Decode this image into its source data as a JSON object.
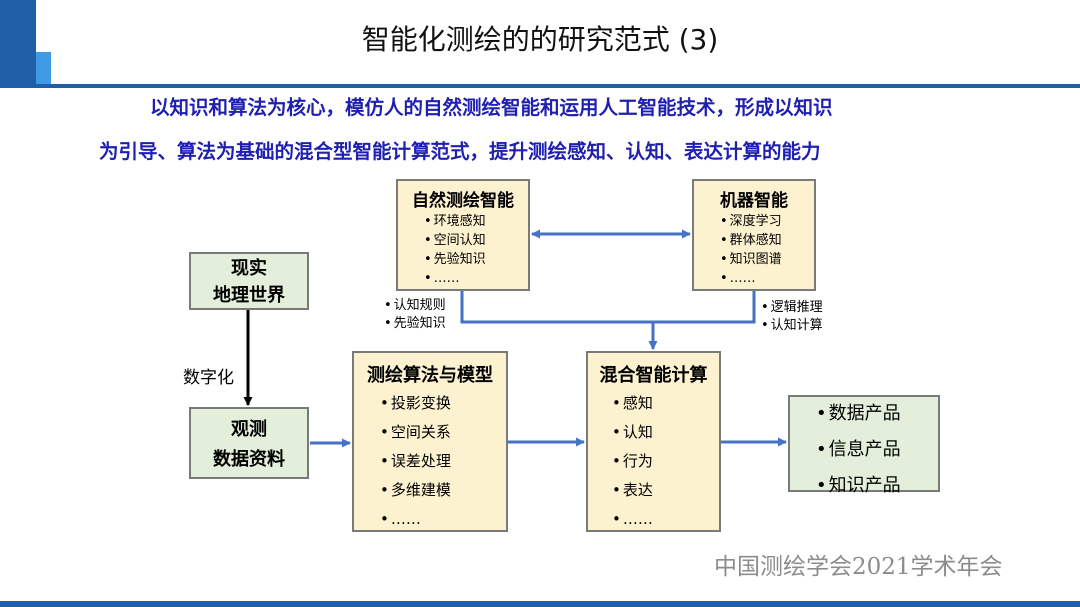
{
  "title": "智能化测绘的的研究范式 (3)",
  "subtitle": {
    "line1": "以知识和算法为核心，模仿人的自然测绘智能和运用人工智能技术，形成以知识",
    "line2": "为引导、算法为基础的混合型智能计算范式，提升测绘感知、认知、表达计算的能力"
  },
  "nodes": {
    "natural": {
      "title": "自然测绘智能",
      "items": [
        "环境感知",
        "空间认知",
        "先验知识",
        "……"
      ]
    },
    "machine": {
      "title": "机器智能",
      "items": [
        "深度学习",
        "群体感知",
        "知识图谱",
        "……"
      ]
    },
    "real_world": {
      "line1": "现实",
      "line2": "地理世界"
    },
    "observation": {
      "line1": "观测",
      "line2": "数据资料"
    },
    "algorithms": {
      "title": "测绘算法与模型",
      "items": [
        "投影变换",
        "空间关系",
        "误差处理",
        "多维建模",
        "……"
      ]
    },
    "hybrid": {
      "title": "混合智能计算",
      "items": [
        "感知",
        "认知",
        "行为",
        "表达",
        "……"
      ]
    },
    "products": {
      "items": [
        "数据产品",
        "信息产品",
        "知识产品"
      ]
    }
  },
  "edge_labels": {
    "digitize": "数字化",
    "left_flow": [
      "认知规则",
      "先验知识"
    ],
    "right_flow": [
      "逻辑推理",
      "认知计算"
    ]
  },
  "footer": "中国测绘学会2021学术年会",
  "colors": {
    "header_blue": "#1e5fa8",
    "accent_blue": "#3f9ae6",
    "subtitle_blue": "#1f1fb0",
    "arrow_blue": "#4472c4",
    "box_yellow": "#fdf2d0",
    "box_green": "#e3efda"
  }
}
